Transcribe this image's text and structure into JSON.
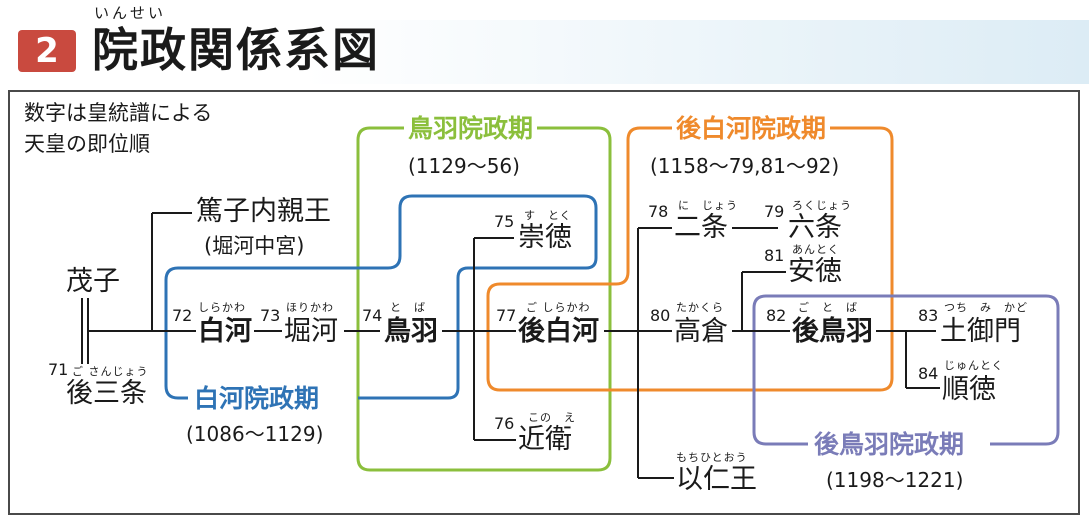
{
  "header": {
    "number": "2",
    "title": "院政関係系図",
    "title_ruby": "いんせい"
  },
  "note": {
    "line1": "数字は皇統譜による",
    "line2": "天皇の即位順"
  },
  "periods": {
    "toba": {
      "title": "鳥羽院政期",
      "range": "(1129～56)",
      "color": "#8bbf3c"
    },
    "goshirakawa": {
      "title": "後白河院政期",
      "range": "(1158～79,81～92)",
      "color": "#ef8a2c"
    },
    "shirakawa": {
      "title": "白河院政期",
      "range": "(1086～1129)",
      "color": "#2e73b5"
    },
    "gotoba": {
      "title": "後鳥羽院政期",
      "range": "(1198～1221)",
      "color": "#7a7cb8"
    }
  },
  "people": {
    "tokushi": {
      "name": "篤子内親王",
      "sub": "(堀河中宮)"
    },
    "moshi": {
      "name": "茂子"
    },
    "gosanjo": {
      "num": "71",
      "name": "後三条",
      "ruby": "ご さんじょう"
    },
    "shirakawa": {
      "num": "72",
      "name": "白河",
      "ruby": "しらかわ"
    },
    "horikawa": {
      "num": "73",
      "name": "堀河",
      "ruby": "ほりかわ"
    },
    "toba": {
      "num": "74",
      "name": "鳥羽",
      "ruby": "と　ば"
    },
    "sutoku": {
      "num": "75",
      "name": "崇徳",
      "ruby": "す　とく"
    },
    "konoe": {
      "num": "76",
      "name": "近衛",
      "ruby": "この　え"
    },
    "goshirakawa": {
      "num": "77",
      "name": "後白河",
      "ruby": "ご しらかわ"
    },
    "nijo": {
      "num": "78",
      "name": "二条",
      "ruby": "に　じょう"
    },
    "rokujo": {
      "num": "79",
      "name": "六条",
      "ruby": "ろくじょう"
    },
    "takakura": {
      "num": "80",
      "name": "高倉",
      "ruby": "たかくら"
    },
    "antoku": {
      "num": "81",
      "name": "安徳",
      "ruby": "あんとく"
    },
    "gotoba": {
      "num": "82",
      "name": "後鳥羽",
      "ruby": "ご　と　ば"
    },
    "tsuchimikado": {
      "num": "83",
      "name": "土御門",
      "ruby": "つち　み　かど"
    },
    "juntoku": {
      "num": "84",
      "name": "順徳",
      "ruby": "じゅんとく"
    },
    "mochihito": {
      "name": "以仁王",
      "ruby": "もちひとおう"
    }
  }
}
